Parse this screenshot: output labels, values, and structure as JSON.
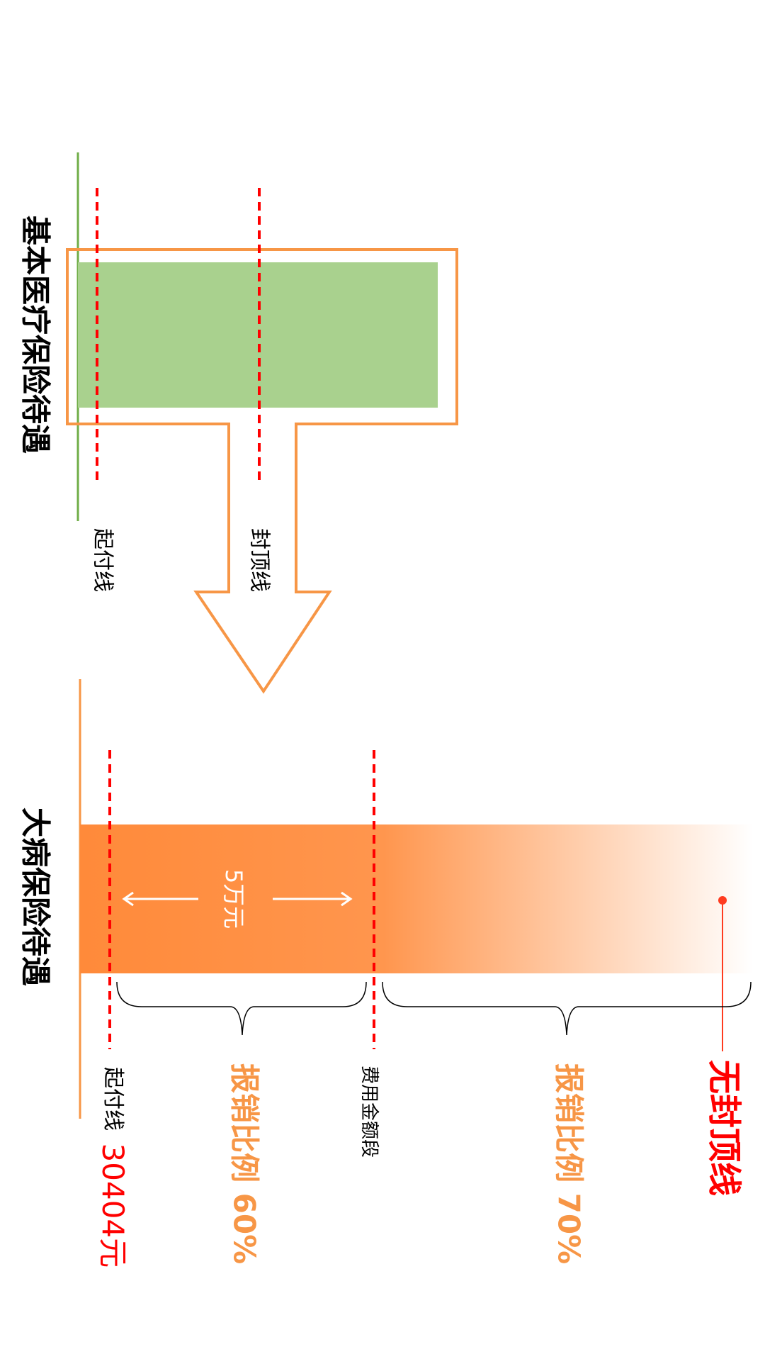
{
  "section_basic": {
    "title": "基本医疗保险待遇",
    "deductible_label": "起付线",
    "cap_label": "封顶线"
  },
  "section_serious": {
    "title": "大病保险待遇",
    "deductible_label": "起付线",
    "deductible_value": "30404元",
    "range_label": "5万元",
    "segment_label": "费用金额段",
    "ratio_low": "报销比例 60%",
    "ratio_high": "报销比例 70%",
    "no_cap": "无封顶线"
  },
  "colors": {
    "green_fill": "#a9d18e",
    "green_line": "#70ad47",
    "orange": "#f79646",
    "orange_deep": "#ff8a3a",
    "red": "#ff0000",
    "text": "#000000"
  }
}
